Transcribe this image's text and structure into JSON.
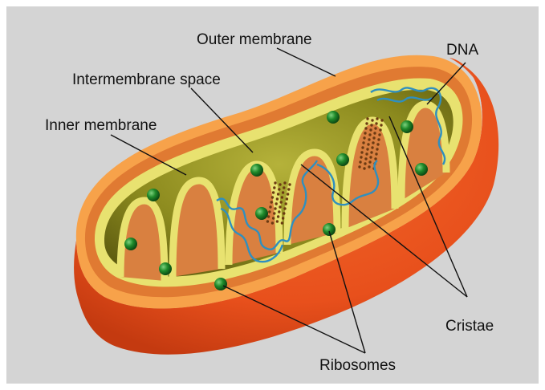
{
  "diagram": {
    "labels": {
      "outer_membrane": "Outer membrane",
      "intermembrane_space": "Intermembrane space",
      "inner_membrane": "Inner membrane",
      "dna": "DNA",
      "cristae": "Cristae",
      "ribosomes": "Ribosomes"
    },
    "colors": {
      "background": "#d4d4d4",
      "outer_shell": "#e8501c",
      "outer_rim": "#f7a24a",
      "intermembrane": "#e07a32",
      "inner_membrane": "#e8e270",
      "matrix": "#8c8a1e",
      "dna": "#2f8fbf",
      "ribosome": "#1f8a2a",
      "granule": "#6b3a12"
    }
  }
}
